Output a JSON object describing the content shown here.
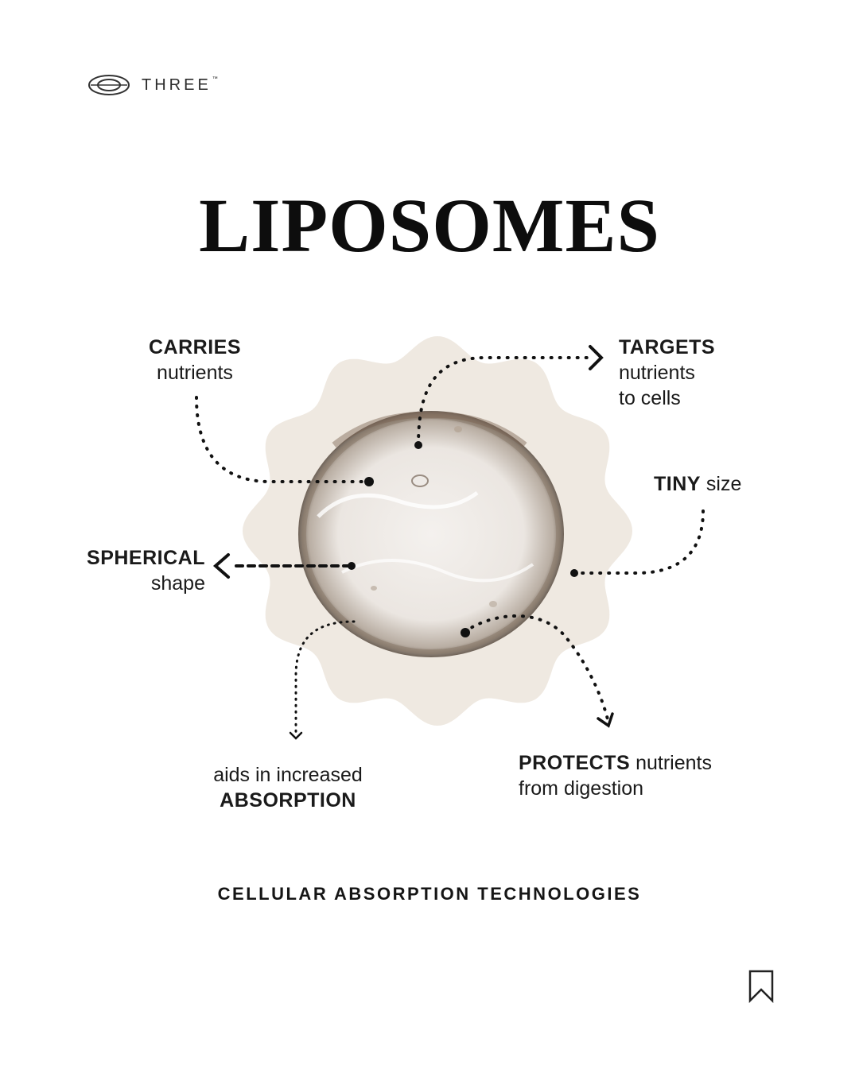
{
  "brand": {
    "name": "THREE",
    "trademark": "™"
  },
  "title": "LIPOSOMES",
  "callouts": {
    "carries": {
      "bold": "CARRIES",
      "text": "nutrients"
    },
    "targets": {
      "bold": "TARGETS",
      "line1": "nutrients",
      "line2": "to cells"
    },
    "tiny": {
      "bold": "TINY",
      "text": " size"
    },
    "spherical": {
      "bold": "SPHERICAL",
      "text": "shape"
    },
    "absorption": {
      "text": "aids in increased",
      "bold": "ABSORPTION"
    },
    "protects": {
      "bold": "PROTECTS",
      "text": " nutrients",
      "line2": "from digestion"
    }
  },
  "footer": "CELLULAR ABSORPTION TECHNOLOGIES",
  "colors": {
    "backdrop": "#efe9e1",
    "text": "#111111",
    "droplet_edge": "#8a7a6a"
  },
  "icons": {
    "logo": "ring-logo-icon",
    "bookmark": "bookmark-icon"
  }
}
